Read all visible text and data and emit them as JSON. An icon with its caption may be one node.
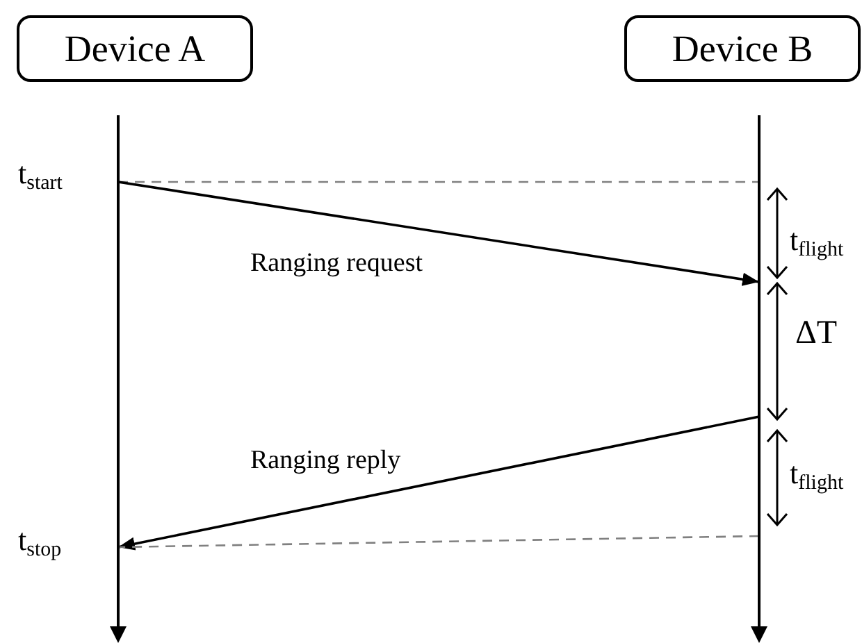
{
  "diagram": {
    "nodes": [
      {
        "text": [
          "Device A"
        ]
      },
      {
        "text": [
          "Device B"
        ]
      },
      {
        "text": [],
        "shape": "bar"
      },
      {
        "text": [],
        "shape": "bar"
      }
    ],
    "edges": [
      {
        "from": 2,
        "to": 3,
        "arrow": "none",
        "style": "dashed",
        "color": "#808080"
      },
      {
        "from": 2,
        "to": 3,
        "arrow": "to",
        "label": "Ranging request",
        "color": "#000000"
      },
      {
        "from": 3,
        "to": 2,
        "arrow": "to",
        "label": "Ranging reply",
        "color": "#000000"
      },
      {
        "from": 3,
        "to": 2,
        "arrow": "none",
        "style": "dashed",
        "color": "#808080"
      }
    ],
    "labels": [
      "t$_{start}$",
      "t$_{flight}$",
      "ΔT",
      "t$_{flight}$",
      "t$_{stop}$"
    ]
  }
}
